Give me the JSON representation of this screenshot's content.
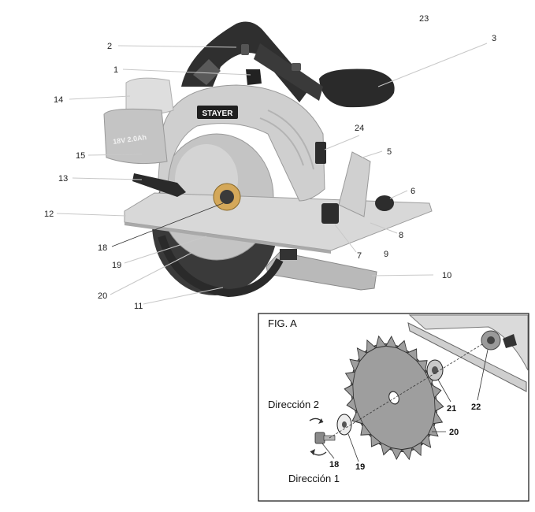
{
  "main_figure": {
    "brand": "STAYER",
    "battery_label": "18V 2.0Ah",
    "callouts": {
      "c1": "1",
      "c2": "2",
      "c3": "3",
      "c5": "5",
      "c6": "6",
      "c7": "7",
      "c8": "8",
      "c9": "9",
      "c10": "10",
      "c11": "11",
      "c12": "12",
      "c13": "13",
      "c14": "14",
      "c15": "15",
      "c18": "18",
      "c19": "19",
      "c20": "20",
      "c23": "23",
      "c24": "24"
    }
  },
  "fig_a": {
    "title": "FIG. A",
    "direction_1": "Dirección 1",
    "direction_2": "Dirección 2",
    "callouts": {
      "c18": "18",
      "c19": "19",
      "c20": "20",
      "c21": "21",
      "c22": "22"
    }
  },
  "colors": {
    "body_dark": "#2b2b2b",
    "body_grey": "#c9c9c9",
    "blade": "#bdbdbd",
    "shoe": "#d9d9d9"
  }
}
